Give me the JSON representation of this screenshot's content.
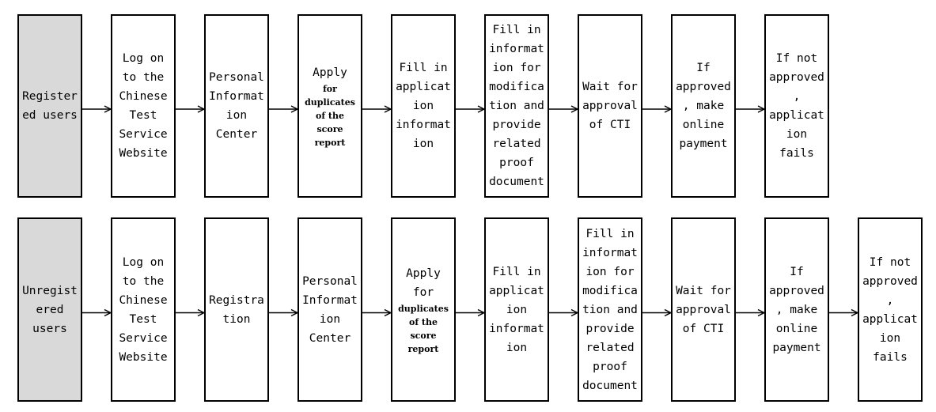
{
  "rows": [
    {
      "steps": [
        {
          "text": "Register\ned users",
          "start": true
        },
        {
          "text": "Log on\nto the\nChinese\nTest\nService\nWebsite"
        },
        {
          "text": "Personal\nInformat\nion\nCenter"
        },
        {
          "main": "Apply",
          "small": "for\nduplicates\nof the\nscore\nreport"
        },
        {
          "text": "Fill in\napplicat\nion\ninformat\nion"
        },
        {
          "text": "Fill in\ninformat\nion for\nmodifica\ntion and\nprovide\nrelated\nproof\ndocument"
        },
        {
          "text": "Wait for\napproval\nof CTI"
        },
        {
          "text": "If\napproved\n, make\nonline\npayment"
        },
        {
          "text": "If not\napproved\n,\napplicat\nion\nfails"
        }
      ]
    },
    {
      "steps": [
        {
          "text": "Unregist\nered\nusers",
          "start": true
        },
        {
          "text": "Log on\nto the\nChinese\nTest\nService\nWebsite"
        },
        {
          "text": "Registra\ntion"
        },
        {
          "text": "Personal\nInformat\nion\nCenter"
        },
        {
          "main": "Apply\nfor",
          "small": "duplicates\nof the\nscore\nreport"
        },
        {
          "text": "Fill in\napplicat\nion\ninformat\nion"
        },
        {
          "text": "Fill in\ninformat\nion for\nmodifica\ntion and\nprovide\nrelated\nproof\ndocument"
        },
        {
          "text": "Wait for\napproval\nof CTI"
        },
        {
          "text": "If\napproved\n, make\nonline\npayment"
        },
        {
          "text": "If not\napproved\n,\napplicat\nion\nfails"
        }
      ]
    }
  ],
  "colors": {
    "start_fill": "#d9d9d9",
    "box_fill": "#ffffff",
    "stroke": "#000000"
  }
}
